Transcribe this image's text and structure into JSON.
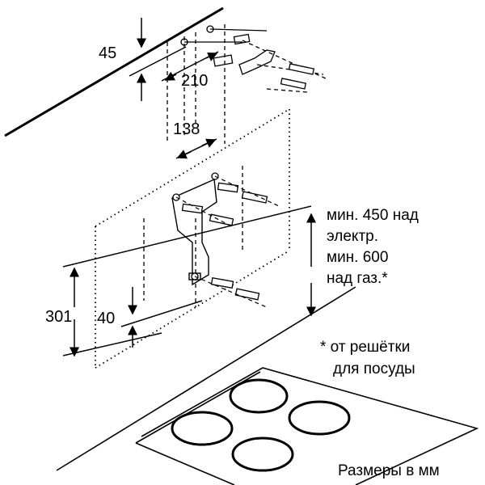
{
  "dimensions": {
    "top_offset": "45",
    "hole_spacing": "210",
    "bracket_width": "138",
    "height_301": "301",
    "offset_40": "40"
  },
  "notes": {
    "min_height_line1": "мин. 450 над",
    "min_height_line2": "электр.",
    "min_height_line3": "мин. 600",
    "min_height_line4": "над газ.*",
    "footnote_line1": "* от решётки",
    "footnote_line2": "для посуды",
    "units": "Размеры в мм"
  }
}
